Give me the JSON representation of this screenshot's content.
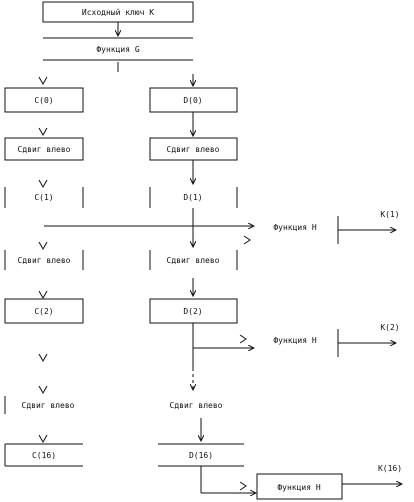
{
  "source_key": "Исходный ключ K",
  "function_g": "Функция G",
  "left": {
    "c0": "C(0)",
    "shift1": "Сдвиг влево",
    "c1": "C(1)",
    "shift2": "Сдвиг влево",
    "c2": "C(2)",
    "shift16": "Сдвиг влево",
    "c16": "C(16)"
  },
  "right": {
    "d0": "D(0)",
    "shift1": "Сдвиг влево",
    "d1": "D(1)",
    "shift2": "Сдвиг влево",
    "d2": "D(2)",
    "shift16": "Сдвиг влево",
    "d16": "D(16)"
  },
  "functions": {
    "h1": "Функция H",
    "h2": "Функция H",
    "h16": "Функция H"
  },
  "outputs": {
    "k1": "K(1)",
    "k2": "K(2)",
    "k16": "K(16)"
  }
}
